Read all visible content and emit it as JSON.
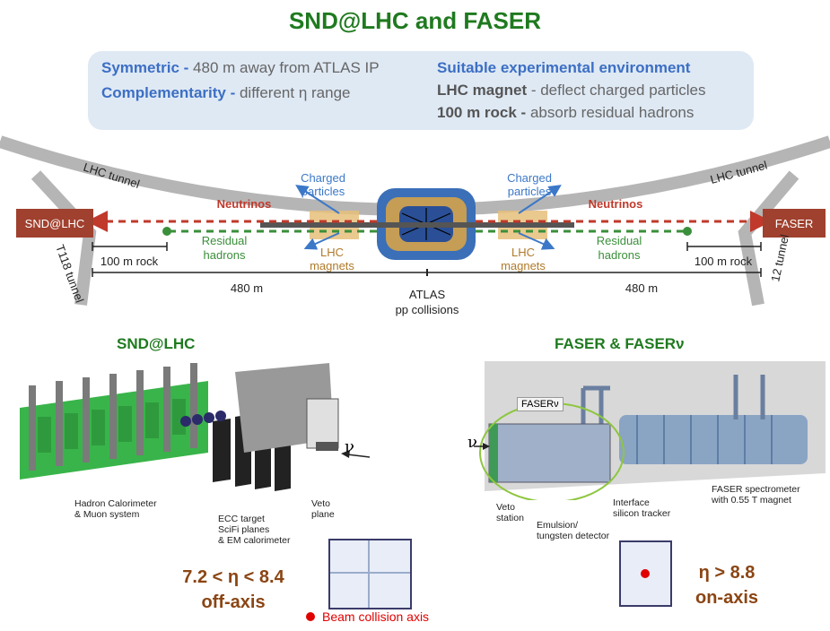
{
  "title": "SND@LHC and FASER",
  "info_box": {
    "left": [
      {
        "bold": "Symmetric -",
        "text": " 480 m away from ATLAS IP"
      },
      {
        "bold": "Complementarity -",
        "text": "  different η range"
      }
    ],
    "right": [
      {
        "bold": "Suitable experimental environment",
        "text": ""
      },
      {
        "bold": "LHC magnet",
        "text": " - deflect charged particles"
      },
      {
        "bold": "100 m rock -",
        "text": " absorb residual hadrons"
      }
    ]
  },
  "diagram": {
    "left_detector": "SND@LHC",
    "right_detector": "FASER",
    "lhc_tunnel_left": "LHC tunnel",
    "lhc_tunnel_right": "LHC tunnel",
    "t118_tunnel": "T118 tunnel",
    "t12_tunnel": "12 tunnel",
    "charged_particles_left_1": "Charged",
    "charged_particles_left_2": "particles",
    "charged_particles_right_1": "Charged",
    "charged_particles_right_2": "particles",
    "neutrinos_left": "Neutrinos",
    "neutrinos_right": "Neutrinos",
    "residual_left_1": "Residual",
    "residual_left_2": "hadrons",
    "residual_right_1": "Residual",
    "residual_right_2": "hadrons",
    "magnets_left_1": "LHC",
    "magnets_left_2": "magnets",
    "magnets_right_1": "LHC",
    "magnets_right_2": "magnets",
    "rock_left": "100 m rock",
    "rock_right": "100 m rock",
    "distance_left": "480 m",
    "distance_right": "480 m",
    "atlas_1": "ATLAS",
    "atlas_2": "pp collisions",
    "colors": {
      "neutrino_line": "#c0392b",
      "hadron_line": "#3a8f3a",
      "detector_box": "#a0402e",
      "charged_arrow": "#3c78c8",
      "tunnel": "#b5b5b5"
    }
  },
  "snd_section": {
    "title": "SND@LHC",
    "nu_symbol": "ν",
    "labels": {
      "hadron_cal_1": "Hadron Calorimeter",
      "hadron_cal_2": "& Muon system",
      "ecc_1": "ECC target",
      "ecc_2": "SciFi planes",
      "ecc_3": "& EM calorimeter",
      "veto_1": "Veto",
      "veto_2": "plane"
    },
    "eta_range": "7.2 < η < 8.4",
    "axis": "off-axis"
  },
  "faser_section": {
    "title": "FASER & FASERν",
    "nu_symbol": "ν",
    "faser_nu_tag": "FASERν",
    "labels": {
      "veto_1": "Veto",
      "veto_2": "station",
      "emulsion_1": "Emulsion/",
      "emulsion_2": "tungsten detector",
      "interface_1": "Interface",
      "interface_2": "silicon tracker",
      "spectro_1": "FASER spectrometer",
      "spectro_2": "with 0.55 T magnet"
    },
    "eta_range": "η > 8.8",
    "axis": "on-axis"
  },
  "legend": {
    "beam_axis": "Beam collision axis",
    "dot_color": "#e00000"
  }
}
